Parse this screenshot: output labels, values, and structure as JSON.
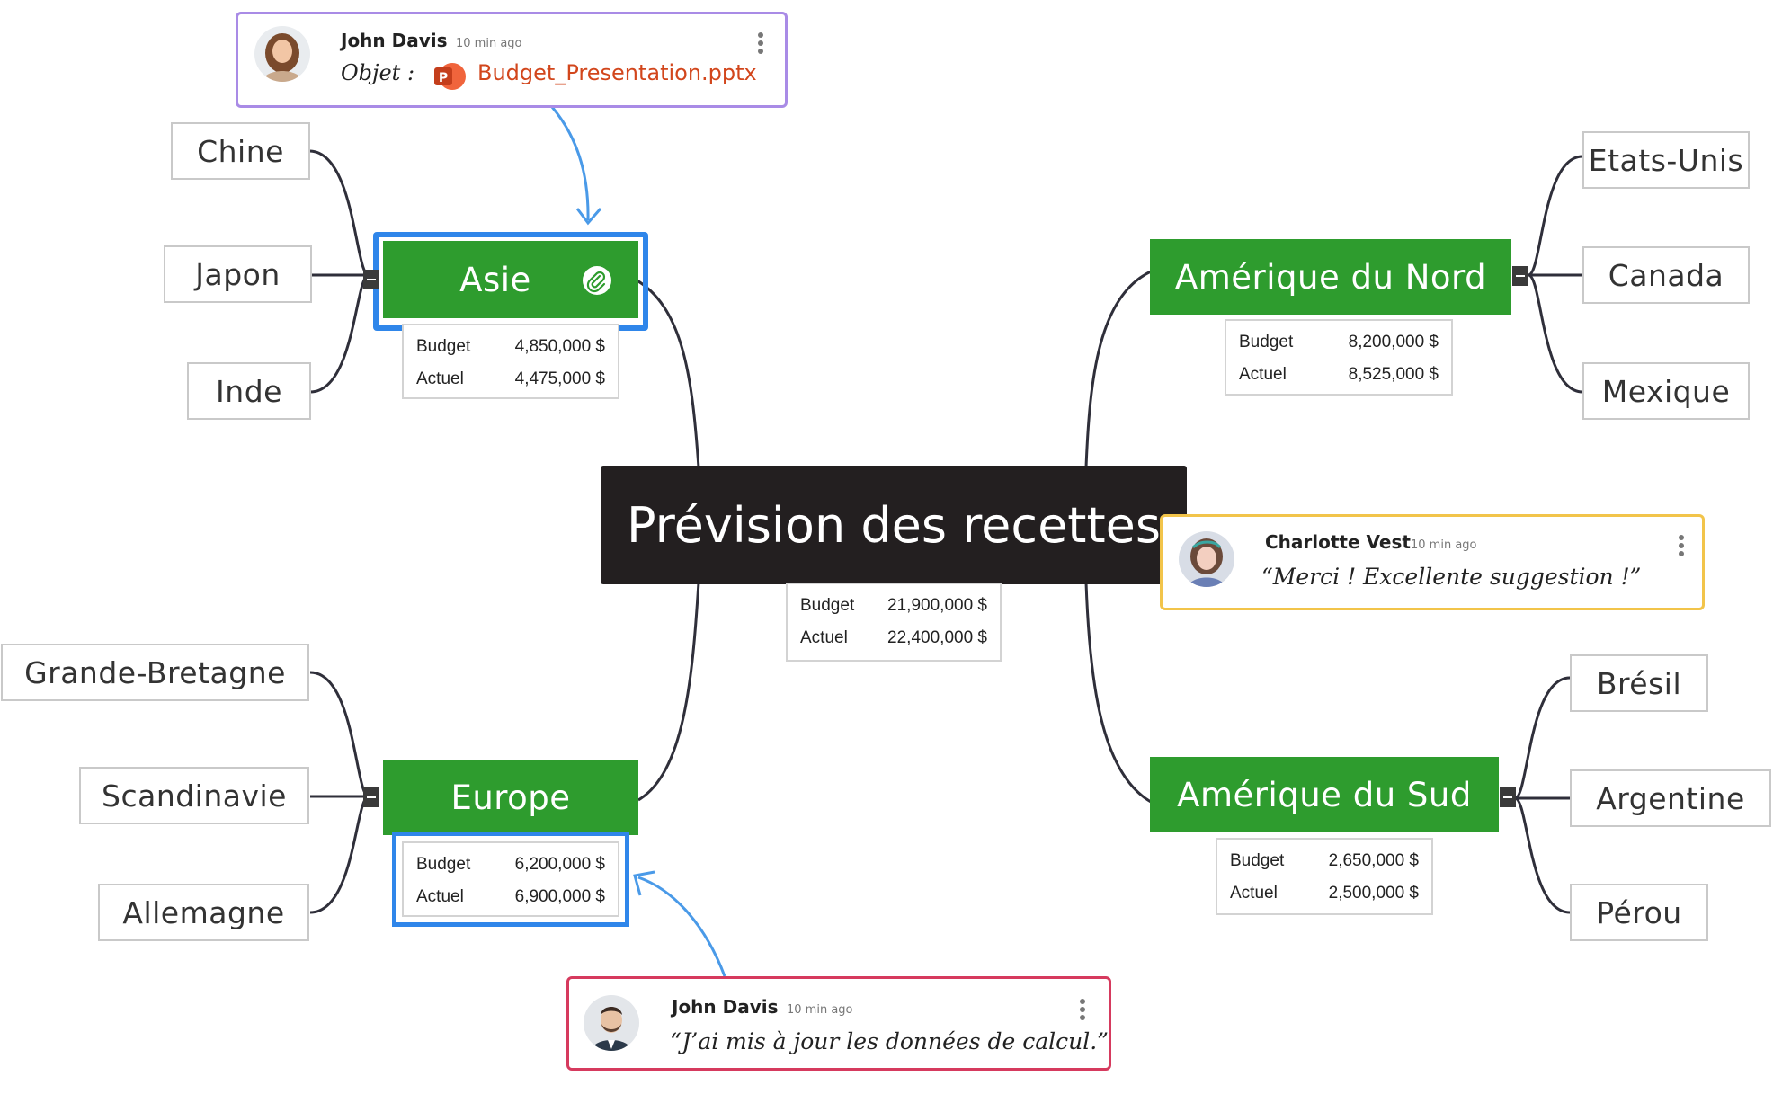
{
  "central": {
    "title": "Prévision des recettes",
    "budget_label": "Budget",
    "budget": "21,900,000 $",
    "actual_label": "Actuel",
    "actual": "22,400,000 $"
  },
  "regions": {
    "asie": {
      "title": "Asie",
      "budget_label": "Budget",
      "budget": "4,850,000 $",
      "actual_label": "Actuel",
      "actual": "4,475,000 $",
      "children": [
        "Chine",
        "Japon",
        "Inde"
      ]
    },
    "europe": {
      "title": "Europe",
      "budget_label": "Budget",
      "budget": "6,200,000 $",
      "actual_label": "Actuel",
      "actual": "6,900,000 $",
      "children": [
        "Grande-Bretagne",
        "Scandinavie",
        "Allemagne"
      ]
    },
    "amerique_nord": {
      "title": "Amérique du Nord",
      "budget_label": "Budget",
      "budget": "8,200,000 $",
      "actual_label": "Actuel",
      "actual": "8,525,000 $",
      "children": [
        "Etats-Unis",
        "Canada",
        "Mexique"
      ]
    },
    "amerique_sud": {
      "title": "Amérique du Sud",
      "budget_label": "Budget",
      "budget": "2,650,000 $",
      "actual_label": "Actuel",
      "actual": "2,500,000 $",
      "children": [
        "Brésil",
        "Argentine",
        "Pérou"
      ]
    }
  },
  "comments": {
    "top": {
      "author": "John Davis",
      "time": "10 min ago",
      "label": "Objet  :",
      "file": "Budget_Presentation.pptx",
      "file_icon": "powerpoint-icon",
      "border": "#a98be6"
    },
    "right": {
      "author": "Charlotte Vest",
      "time": "10 min ago",
      "text": "“Merci ! Excellente suggestion !”",
      "border": "#f2c44a"
    },
    "bottom": {
      "author": "John Davis",
      "time": "10 min ago",
      "text": "“J’ai mis à jour les données de calcul.”",
      "border": "#d63a5e"
    }
  },
  "colors": {
    "region": "#2e9c2e",
    "central": "#231f20",
    "highlight": "#2f86ea",
    "link": "#2f2f3a",
    "arrow": "#4a9ae8"
  },
  "icons": {
    "attachment": "paperclip-icon",
    "more": "more-vertical-icon",
    "collapse": "collapse-icon"
  }
}
